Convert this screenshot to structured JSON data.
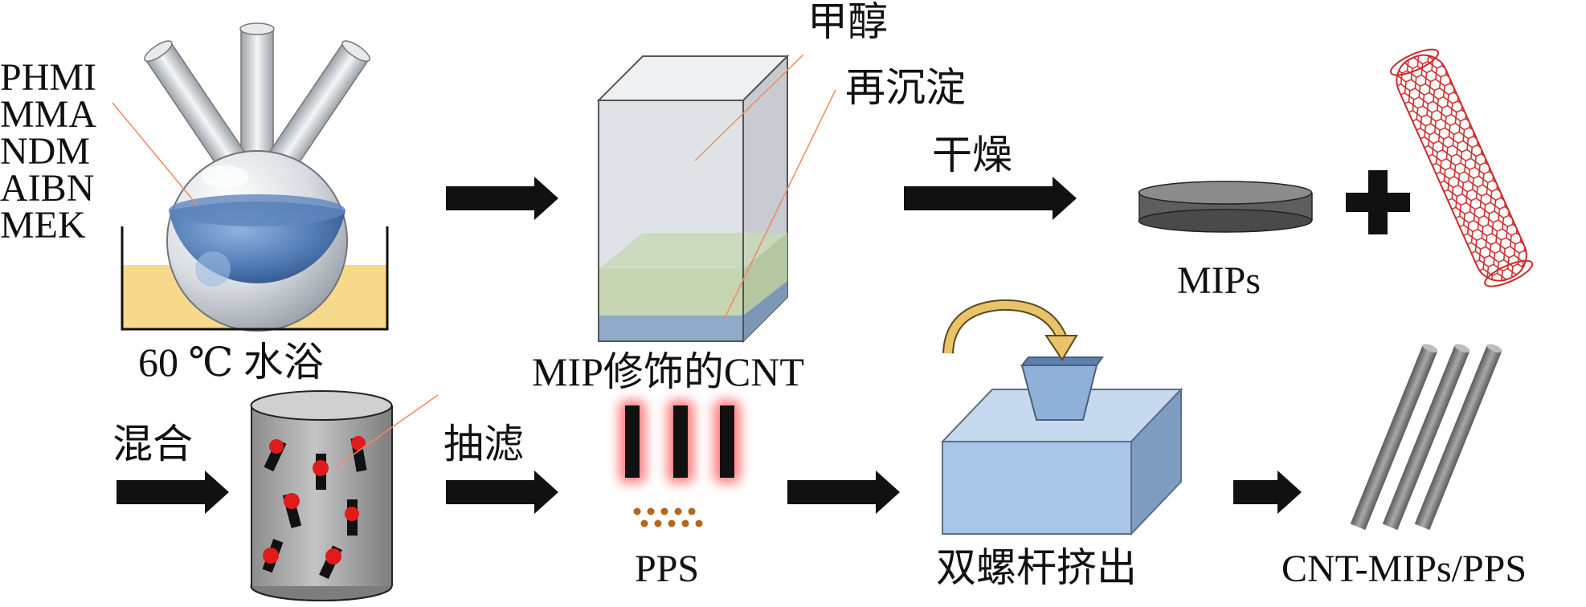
{
  "reagents": [
    "PHMI",
    "MMA",
    "NDM",
    "AIBN",
    "MEK"
  ],
  "labels": {
    "water_bath": "60 ℃ 水浴",
    "methanol": "甲醇",
    "reprecipitate": "再沉淀",
    "dry": "干燥",
    "mips": "MIPs",
    "mip_cnt": "MIP修饰的CNT",
    "mix": "混合",
    "filtration": "抽滤",
    "pps": "PPS",
    "extrusion": "双螺杆挤出",
    "product": "CNT-MIPs/PPS"
  },
  "colors": {
    "arrow": "#111111",
    "bath": "#f7d98b",
    "solution": "#4f79b3",
    "nanotube": "#cc2a2a",
    "extruder": "#a9c6e8",
    "rod": "#7f7f7f",
    "leader_line": "#f08a5d"
  }
}
